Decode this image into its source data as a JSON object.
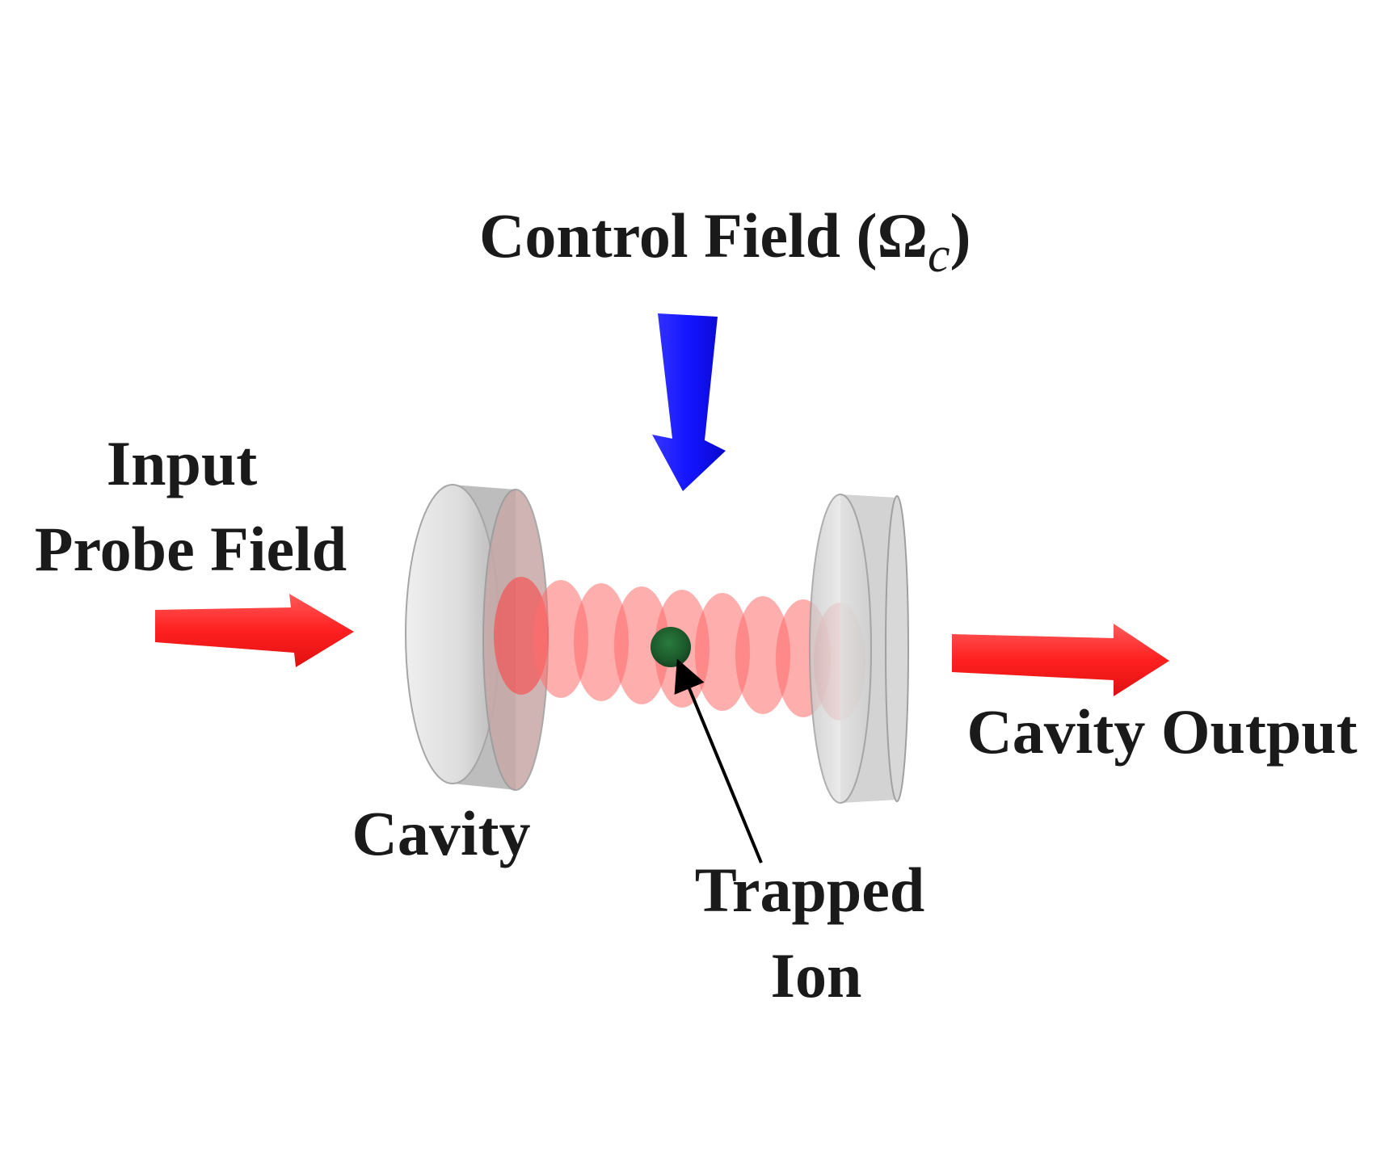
{
  "labels": {
    "control_field_prefix": "Control Field (Ω",
    "control_field_subscript": "c",
    "control_field_suffix": ")",
    "input_line1": "Input",
    "input_line2": "Probe Field",
    "cavity": "Cavity",
    "trapped_line1": "Trapped",
    "trapped_line2": "Ion",
    "cavity_output": "Cavity Output"
  },
  "colors": {
    "probe_arrow": "#ff2a2a",
    "control_arrow": "#1a1aff",
    "mode_lobe": "#ff6b6b",
    "mirror_body": "#e3e3e3",
    "mirror_edge": "#9a9a9a",
    "ion": "#1f5a2e",
    "pointer": "#000000",
    "text": "#1a1a1a"
  }
}
